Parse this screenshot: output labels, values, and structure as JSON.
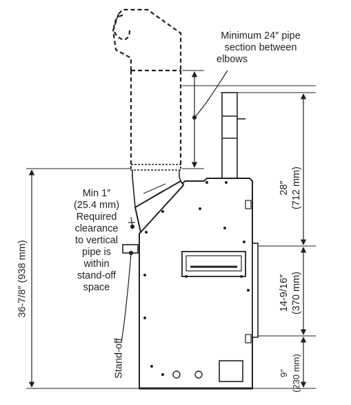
{
  "annotations": {
    "min_pipe_note": [
      "Minimum 24″ pipe",
      "section between",
      "elbows"
    ],
    "clearance_note": [
      "Min 1″",
      "(25.4 mm)",
      "Required",
      "clearance",
      "to vertical",
      "pipe is",
      "within",
      "stand-off",
      "space"
    ],
    "standoff_label": "Stand-off"
  },
  "dimensions": {
    "overall": {
      "imperial": "36-7/8″",
      "metric": "(938 mm)"
    },
    "upper": {
      "imperial": "28″",
      "metric": "(712 mm)"
    },
    "middle": {
      "imperial": "14-9/16″",
      "metric": "(370 mm)"
    },
    "lower": {
      "imperial": "9″",
      "metric": "(230 mm)"
    }
  },
  "colors": {
    "line": "#231f20",
    "unit_fill": "#ffffff"
  }
}
